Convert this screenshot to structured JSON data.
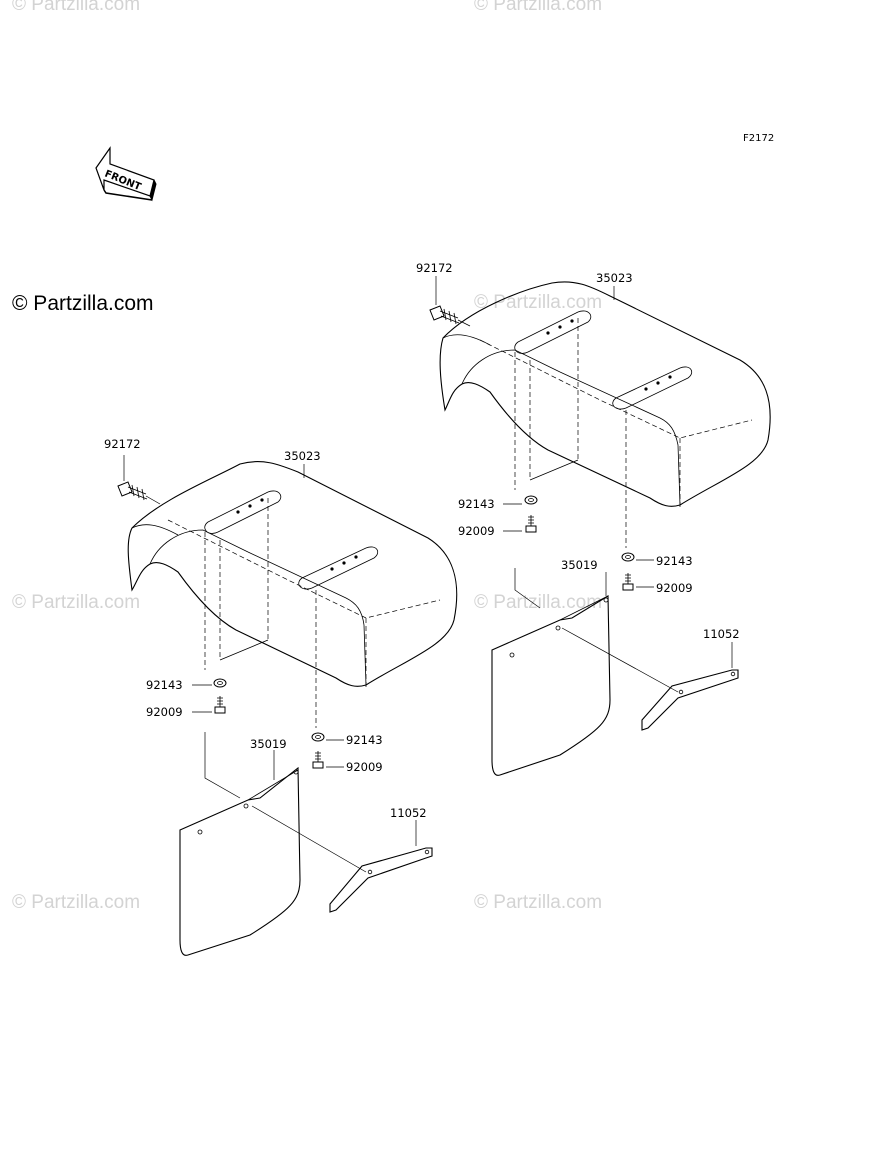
{
  "diagram_code": "F2172",
  "copyright": "© Partzilla.com",
  "watermark": "© Partzilla.com",
  "front_arrow_label": "FRONT",
  "left_assembly": {
    "bolt_top": "92172",
    "fender": "35023",
    "washer_a": "92143",
    "bolt_a": "92009",
    "washer_b": "92143",
    "bolt_b": "92009",
    "mud_flap": "35019",
    "bracket": "11052"
  },
  "right_assembly": {
    "bolt_top": "92172",
    "fender": "35023",
    "washer_a": "92143",
    "bolt_a": "92009",
    "washer_b": "92143",
    "bolt_b": "92009",
    "mud_flap": "35019",
    "bracket": "11052"
  }
}
